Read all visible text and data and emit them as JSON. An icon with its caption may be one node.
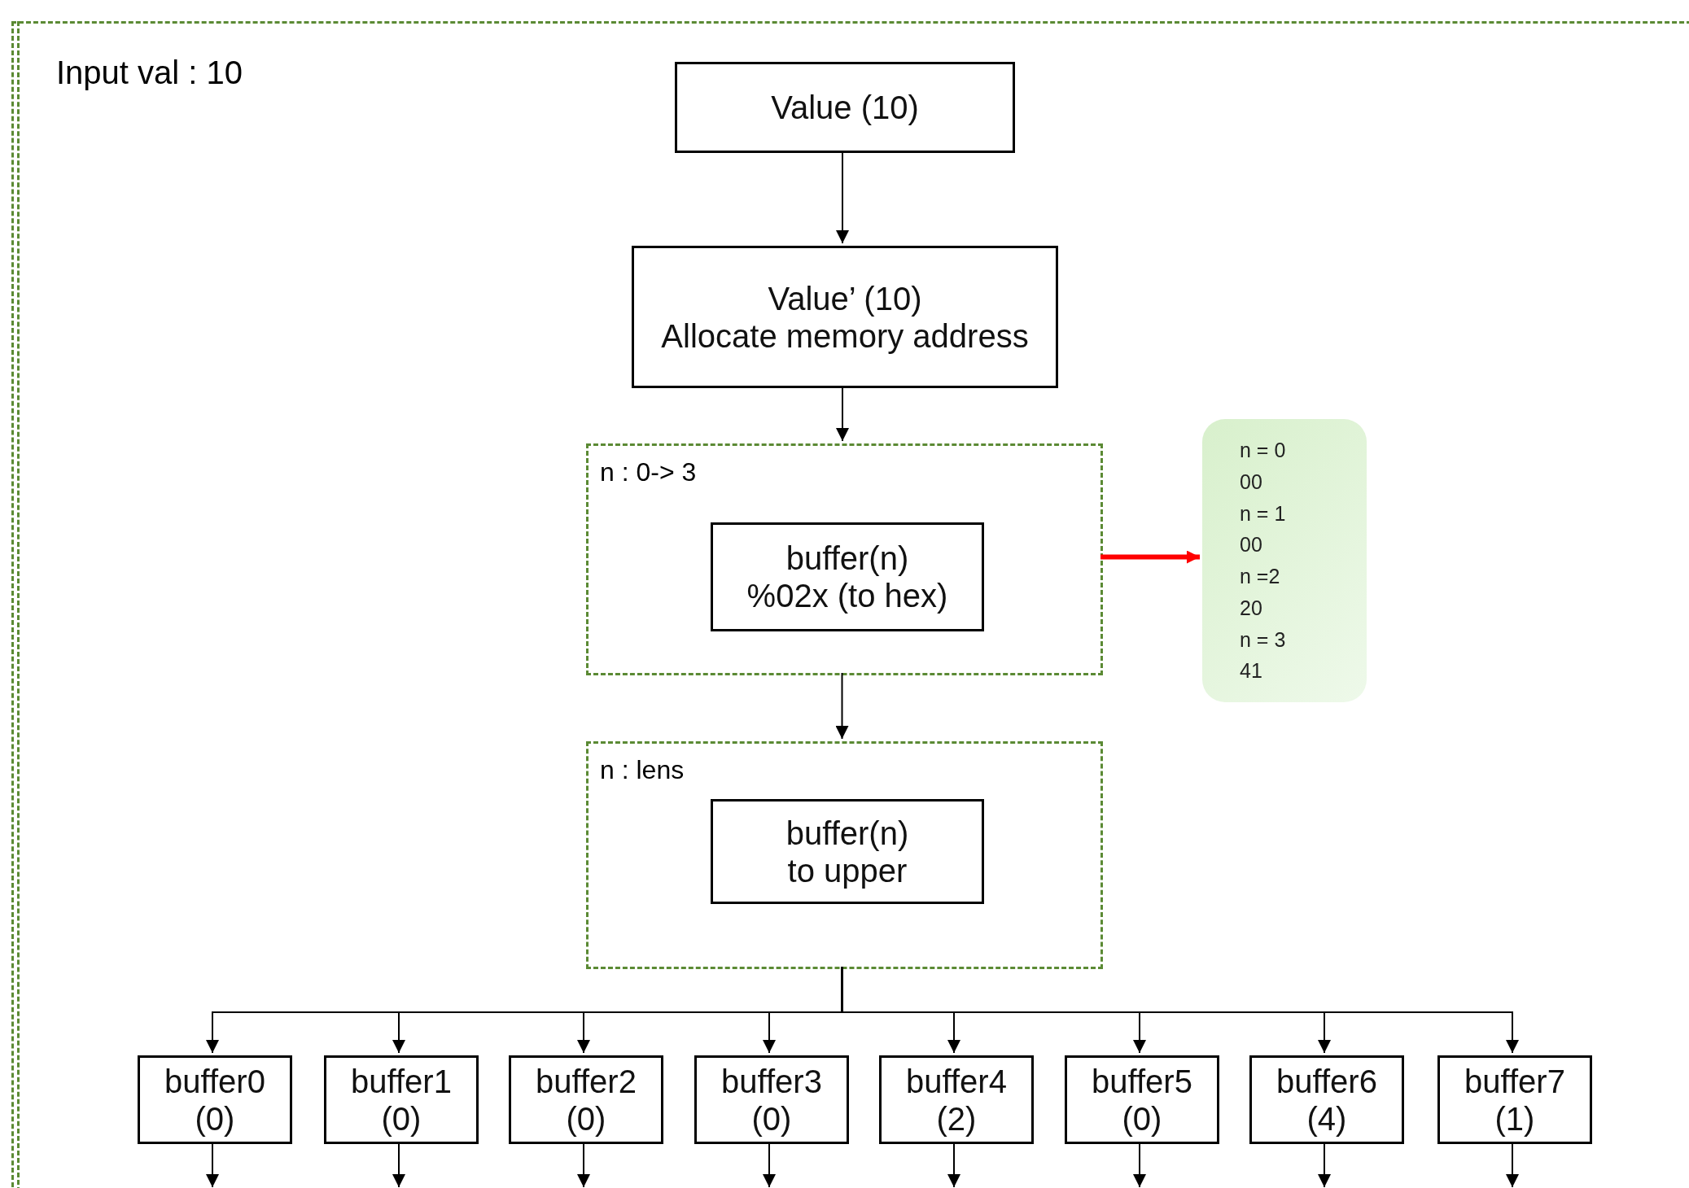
{
  "diagram": {
    "nodes": [
      {
        "text": [
          "Input val : 10"
        ]
      },
      {
        "text": [
          "Value (10)"
        ],
        "in": 0
      },
      {
        "text": [
          "Value’ (10)",
          "Allocate memory address"
        ],
        "in": 0
      },
      {
        "text": [
          "n : 0-> 3"
        ],
        "in": 0
      },
      {
        "text": [
          "buffer(n)",
          "%02x (to hex)"
        ],
        "in": 3
      },
      {
        "text": [
          "n = 0",
          "00",
          "n = 1",
          "00",
          "n =2",
          "20",
          "n = 3",
          "41"
        ],
        "in": 0
      },
      {
        "text": [
          "n : lens"
        ],
        "in": 0
      },
      {
        "text": [
          "buffer(n)",
          "to upper"
        ],
        "in": 6
      },
      {
        "text": [
          "buffer0",
          "(0)"
        ],
        "in": 0
      },
      {
        "text": [
          "buffer1",
          "(0)"
        ],
        "in": 0
      },
      {
        "text": [
          "buffer2",
          "(0)"
        ],
        "in": 0
      },
      {
        "text": [
          "buffer3",
          "(0)"
        ],
        "in": 0
      },
      {
        "text": [
          "buffer4",
          "(2)"
        ],
        "in": 0
      },
      {
        "text": [
          "buffer5",
          "(0)"
        ],
        "in": 0
      },
      {
        "text": [
          "buffer6",
          "(4)"
        ],
        "in": 0
      },
      {
        "text": [
          "buffer7",
          "(1)"
        ],
        "in": 0
      }
    ],
    "edges": [
      {
        "from": 1,
        "to": 2,
        "arrow": "to"
      },
      {
        "from": 2,
        "to": 3,
        "arrow": "to"
      },
      {
        "from": 3,
        "to": 5,
        "arrow": "to",
        "style": "thick",
        "color": "#ff0000"
      },
      {
        "from": 3,
        "to": 6,
        "arrow": "to"
      },
      {
        "from": 6,
        "to": 8,
        "arrow": "to"
      },
      {
        "from": 6,
        "to": 9,
        "arrow": "to"
      },
      {
        "from": 6,
        "to": 10,
        "arrow": "to"
      },
      {
        "from": 6,
        "to": 11,
        "arrow": "to"
      },
      {
        "from": 6,
        "to": 12,
        "arrow": "to"
      },
      {
        "from": 6,
        "to": 13,
        "arrow": "to"
      },
      {
        "from": 6,
        "to": 14,
        "arrow": "to"
      },
      {
        "from": 6,
        "to": 15,
        "arrow": "to"
      },
      {
        "from": 8,
        "to": null,
        "arrow": "to"
      },
      {
        "from": 9,
        "to": null,
        "arrow": "to"
      },
      {
        "from": 10,
        "to": null,
        "arrow": "to"
      },
      {
        "from": 11,
        "to": null,
        "arrow": "to"
      },
      {
        "from": 12,
        "to": null,
        "arrow": "to"
      },
      {
        "from": 13,
        "to": null,
        "arrow": "to"
      },
      {
        "from": 14,
        "to": null,
        "arrow": "to"
      },
      {
        "from": 15,
        "to": null,
        "arrow": "to"
      }
    ]
  }
}
